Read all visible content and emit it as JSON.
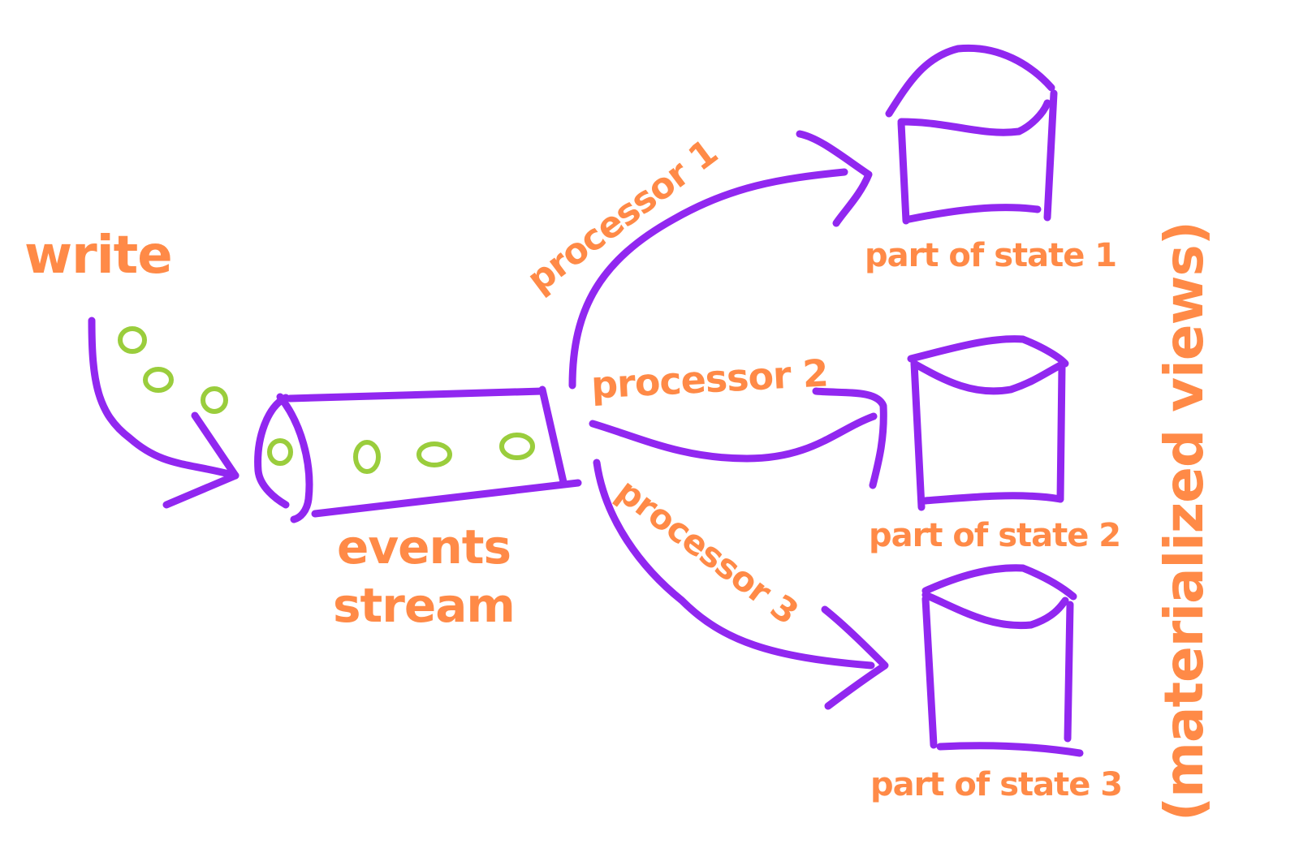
{
  "diagram": {
    "title_vertical": "(materialized views)",
    "source": {
      "label": "write"
    },
    "stream": {
      "label_line1": "events",
      "label_line2": "stream",
      "event_count": 4
    },
    "incoming_events": 3,
    "processors": [
      {
        "label": "processor 1",
        "target": "part of state 1"
      },
      {
        "label": "processor 2",
        "target": "part of state 2"
      },
      {
        "label": "processor 3",
        "target": "part of state 3"
      }
    ],
    "colors": {
      "text": "#ff8a47",
      "lines": "#9127f0",
      "events": "#9acd3c",
      "background": "#ffffff"
    }
  }
}
